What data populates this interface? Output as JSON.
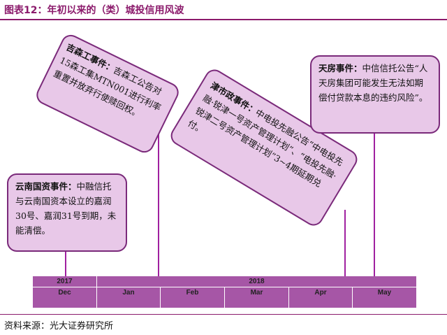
{
  "title": "图表12：年初以来的（类）城投信用风波",
  "events": {
    "jisen": {
      "label": "吉森工事件：",
      "text": "吉森工公告对15森工集MTN001进行利率重置并放弃行使赎回权。"
    },
    "tianjin": {
      "label": "津市政事件：",
      "text": "中电投先融公告“中电投先融·锐津一号资产管理计划”、“电投先融·锐津二号资产管理计划”3~4期延期兑付。"
    },
    "tianfang": {
      "label": "天房事件：",
      "text": "中信信托公告“人天房集团可能发生无法如期偿付贷款本息的违约风险”。"
    },
    "yunnan": {
      "label": "云南国资事件：",
      "text": "中融信托与云南国资本设立的嘉润30号、嘉润31号到期，未能清偿。"
    }
  },
  "timeline": {
    "years": [
      "2017",
      "2018"
    ],
    "months": [
      "Dec",
      "Jan",
      "Feb",
      "Mar",
      "Apr",
      "May"
    ]
  },
  "colors": {
    "accent": "#8b1a6b",
    "bubble_fill": "#e8c8e8",
    "bar": "#a656a6",
    "arrow": "#a020a0"
  },
  "source": "资料来源：光大证券研究所"
}
